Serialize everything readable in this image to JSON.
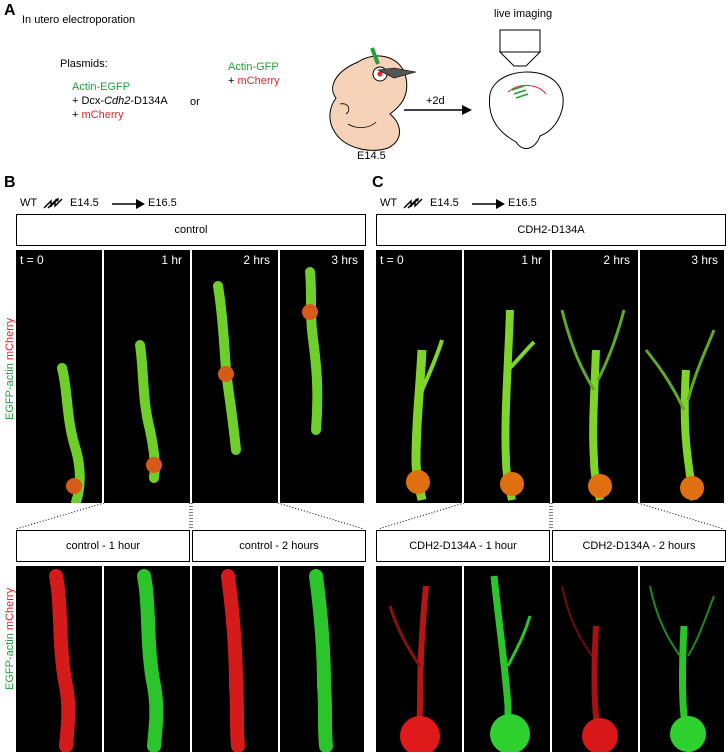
{
  "panelA": {
    "letter": "A",
    "method": "In utero electroporation",
    "plasmids_label": "Plasmids:",
    "set1": [
      "Actin-EGFP",
      "+ Dcx-",
      "Cdh2",
      "-D134A",
      "+ ",
      "mCherry"
    ],
    "or": "or",
    "set2": [
      "Actin-GFP",
      "+ ",
      "mCherry"
    ],
    "age": "E14.5",
    "arrow_label": "+2d",
    "live_imaging": "live imaging"
  },
  "panelB": {
    "letter": "B",
    "wt": "WT",
    "from": "E14.5",
    "to": "E16.5",
    "condition": "control",
    "times": [
      "t = 0",
      "1 hr",
      "2 hrs",
      "3 hrs"
    ],
    "zoom_labels": [
      "control - 1 hour",
      "control - 2 hours"
    ]
  },
  "panelC": {
    "letter": "C",
    "wt": "WT",
    "from": "E14.5",
    "to": "E16.5",
    "condition": "CDH2-D134A",
    "times": [
      "t = 0",
      "1 hr",
      "2 hrs",
      "3 hrs"
    ],
    "zoom_labels": [
      "CDH2-D134A - 1 hour",
      "CDH2-D134A - 2 hours"
    ]
  },
  "channels": {
    "red": "mCherry",
    "green": "EGFP-actin"
  },
  "colors": {
    "green": "#22a03c",
    "red": "#e0262c",
    "embryo": "#f6d2b8"
  }
}
